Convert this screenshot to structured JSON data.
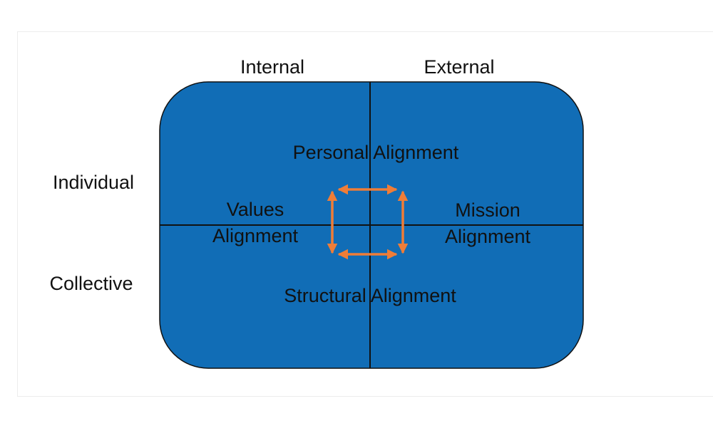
{
  "axes": {
    "columns": [
      "Internal",
      "External"
    ],
    "rows": [
      "Individual",
      "Collective"
    ]
  },
  "quadrants": {
    "top": "Personal Alignment",
    "bottom": "Structural Alignment",
    "left": [
      "Values",
      "Alignment"
    ],
    "right": [
      "Mission",
      "Alignment"
    ]
  },
  "colors": {
    "box_fill": "#116db6",
    "divider": "#111111",
    "arrow": "#ef7d37"
  }
}
